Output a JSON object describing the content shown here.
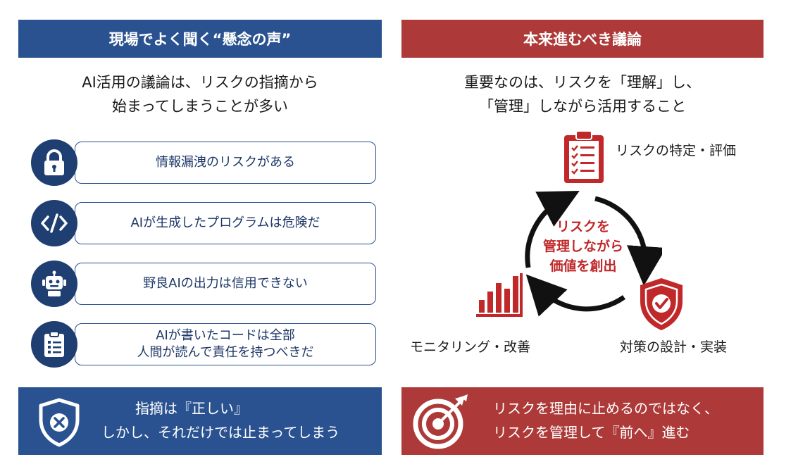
{
  "left": {
    "header": "現場でよく聞く“懸念の声”",
    "intro_lines": [
      "AI活用の議論は、リスクの指摘から",
      "始まってしまうことが多い"
    ],
    "concerns": [
      {
        "icon": "lock-icon",
        "lines": [
          "情報漏洩のリスクがある"
        ]
      },
      {
        "icon": "code-icon",
        "lines": [
          "AIが生成したプログラムは危険だ"
        ]
      },
      {
        "icon": "robot-icon",
        "lines": [
          "野良AIの出力は信用できない"
        ]
      },
      {
        "icon": "checklist-icon",
        "lines": [
          "AIが書いたコードは全部",
          "人間が読んで責任を持つべきだ"
        ]
      }
    ],
    "footer_lines": [
      "指摘は『正しい』",
      "しかし、それだけでは止まってしまう"
    ],
    "footer_icon": "shield-x-icon"
  },
  "right": {
    "header": "本来進むべき議論",
    "intro_lines": [
      "重要なのは、リスクを「理解」し、",
      "「管理」しながら活用すること"
    ],
    "cycle": {
      "center_lines": [
        "リスクを",
        "管理しながら",
        "価値を創出"
      ],
      "steps": [
        {
          "icon": "clipboard-icon",
          "label": "リスクの特定・評価"
        },
        {
          "icon": "shield-check-icon",
          "label": "対策の設計・実装"
        },
        {
          "icon": "bar-chart-icon",
          "label": "モニタリング・改善"
        }
      ]
    },
    "footer_lines": [
      "リスクを理由に止めるのではなく、",
      "リスクを管理して『前へ』進む"
    ],
    "footer_icon": "target-icon"
  },
  "colors": {
    "navy": "#2a5290",
    "navy_dark": "#1f3f73",
    "red": "#ad3a38",
    "icon_red": "#c0282a"
  }
}
